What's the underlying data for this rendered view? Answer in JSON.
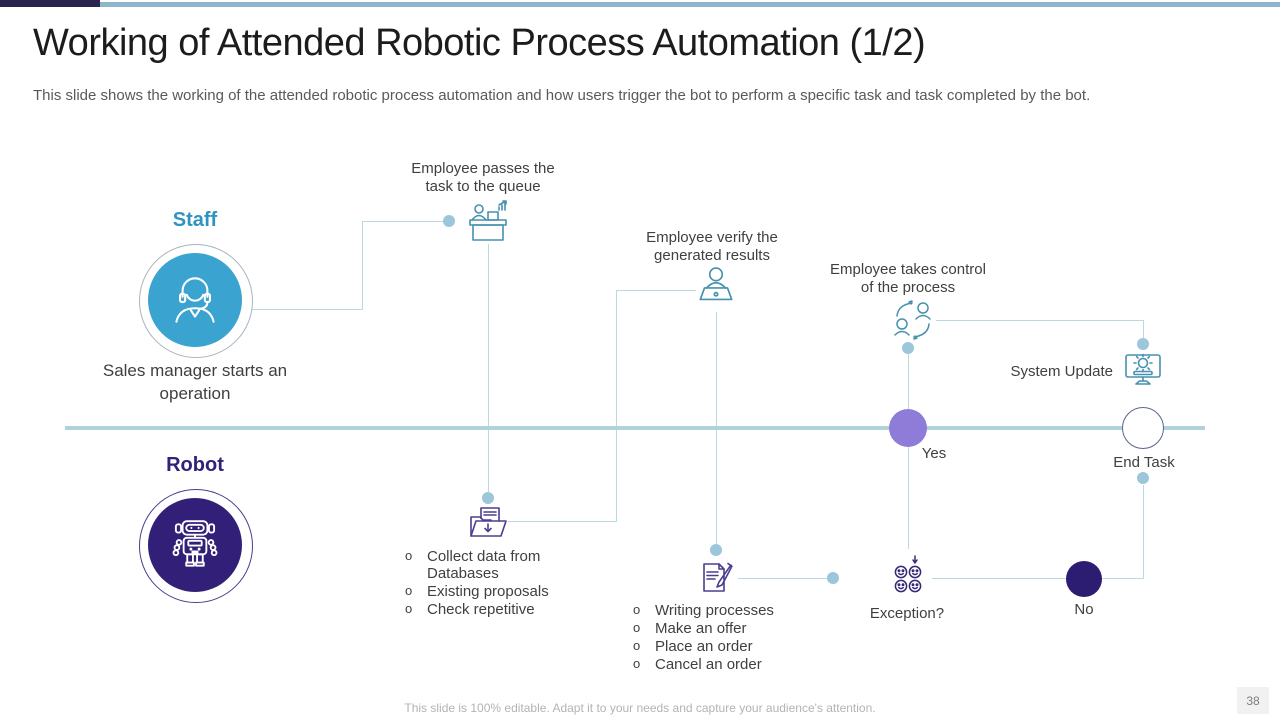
{
  "header": {
    "title": "Working of Attended Robotic Process Automation (1/2)",
    "subtitle": "This slide shows the working of the attended robotic process automation and how users trigger the bot to perform a specific task and task completed by the bot."
  },
  "actors": {
    "staff": {
      "label": "Staff",
      "caption": "Sales manager starts an operation",
      "icon": "support-agent-icon",
      "color": "#3ba3cf",
      "label_color": "#2e93be"
    },
    "robot": {
      "label": "Robot",
      "icon": "robot-icon",
      "color": "#322078",
      "label_color": "#32217a"
    }
  },
  "flow": {
    "queue": {
      "label": "Employee passes the task to the queue",
      "icon": "task-queue-icon"
    },
    "verify": {
      "label": "Employee verify the generated results",
      "icon": "verify-results-icon"
    },
    "control": {
      "label": "Employee takes control of the process",
      "icon": "takeover-icon"
    },
    "system_update": {
      "label": "System Update",
      "icon": "system-update-icon"
    },
    "exception": {
      "label": "Exception?",
      "icon": "exception-faces-icon"
    },
    "yes": {
      "label": "Yes",
      "color": "#8f7cd9"
    },
    "no": {
      "label": "No",
      "color": "#2c1d72"
    },
    "end_task": {
      "label": "End Task",
      "color": "#ffffff"
    }
  },
  "lists": {
    "bullet_char": "o",
    "collect": {
      "icon": "collect-data-folder-icon",
      "items": [
        "Collect data from Databases",
        "Existing proposals",
        "Check repetitive"
      ]
    },
    "writing": {
      "icon": "writing-document-icon",
      "items": [
        "Writing processes",
        "Make an offer",
        "Place an order",
        "Cancel an order"
      ]
    }
  },
  "colors": {
    "top_bar_dark": "#2b2350",
    "top_bar_light": "#8cb6ce",
    "connector_line": "#bcd9e1",
    "timeline": "#afd2dc",
    "teal_icon_stroke": "#4591af",
    "purple_icon_stroke": "#4a3e8e",
    "dark_purple_icon_stroke": "#352878"
  },
  "footer": {
    "note": "This slide is 100% editable. Adapt it to your needs and capture your audience's attention.",
    "page_number": "38"
  }
}
